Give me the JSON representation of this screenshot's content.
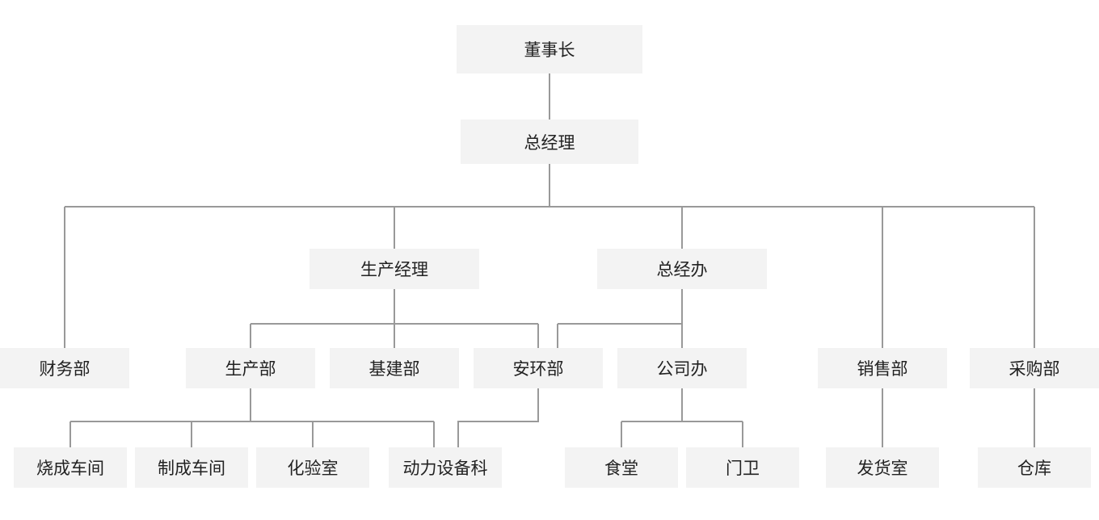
{
  "nodes": {
    "chairman": "董事长",
    "general_manager": "总经理",
    "production_manager": "生产经理",
    "gm_office": "总经办",
    "finance": "财务部",
    "production": "生产部",
    "infrastructure": "基建部",
    "safety_env": "安环部",
    "company_office": "公司办",
    "sales": "销售部",
    "purchasing": "采购部",
    "sintering_workshop": "烧成车间",
    "manufacturing_workshop": "制成车间",
    "laboratory": "化验室",
    "power_equipment": "动力设备科",
    "canteen": "食堂",
    "gatekeeper": "门卫",
    "shipping_room": "发货室",
    "warehouse": "仓库"
  },
  "colors": {
    "node_fill": "#f3f3f3",
    "line": "#999999",
    "text": "#222222"
  }
}
